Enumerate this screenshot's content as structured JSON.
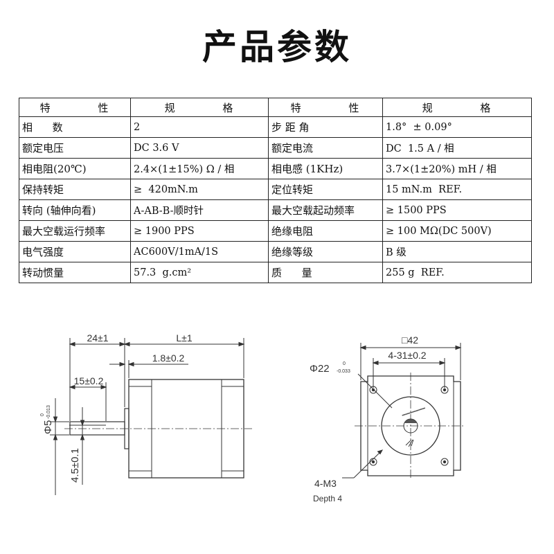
{
  "title": "产品参数",
  "table": {
    "headers": [
      "特 性",
      "规 格",
      "特 性",
      "规 格"
    ],
    "rows": [
      [
        "相      数",
        "2",
        "步 距 角",
        "1.8°  ± 0.09°"
      ],
      [
        "额定电压",
        "DC 3.6 V",
        "额定电流",
        "DC  1.5 A / 相"
      ],
      [
        "相电阻(20℃)",
        "2.4×(1±15%) Ω / 相",
        "相电感 (1KHz)",
        "3.7×(1±20%) mH / 相"
      ],
      [
        "保持转矩",
        "≥  420mN.m",
        "定位转矩",
        "15 mN.m  REF."
      ],
      [
        "转向 (轴伸向看)",
        "A-AB-B-顺时针",
        "最大空载起动频率",
        "≥ 1500 PPS"
      ],
      [
        "最大空载运行频率",
        "≥ 1900 PPS",
        "绝缘电阻",
        "≥ 100 MΩ(DC 500V)"
      ],
      [
        "电气强度",
        "AC600V/1mA/1S",
        "绝缘等级",
        "B 级"
      ],
      [
        "转动惯量",
        "57.3  g.cm²",
        "质      量",
        "255 g  REF."
      ]
    ]
  },
  "side_view": {
    "dim_shaft_length": "24±1",
    "dim_body_length": "L±1",
    "dim_flange": "1.8±0.2",
    "dim_flat": "15±0.2",
    "dim_shaft_dia": "Φ5",
    "dim_shaft_dia_tol_upper": "0",
    "dim_shaft_dia_tol_lower": "-0.013",
    "dim_flat_depth": "4.5±0.1"
  },
  "front_view": {
    "dim_square": "□42",
    "dim_hole_spacing": "4-31±0.2",
    "dim_boss": "Φ22",
    "dim_boss_tol_upper": "0",
    "dim_boss_tol_lower": "-0.033",
    "dim_holes": "4-M3",
    "dim_depth": "Depth 4"
  }
}
